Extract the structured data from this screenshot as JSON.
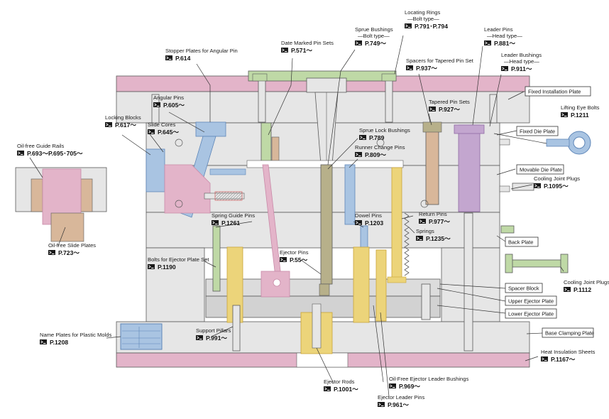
{
  "colors": {
    "plate_fill": "#e6e6e6",
    "plate_stroke": "#5a5a5a",
    "pink": "#e3b4c9",
    "pink_dark": "#c98aa8",
    "yellow": "#ecd47a",
    "yellow_dark": "#c9a43a",
    "purple": "#c3a6cf",
    "purple_dark": "#8f6aa3",
    "green": "#bfd9a6",
    "blue": "#a9c4e2",
    "blue_dark": "#5e86b8",
    "tan": "#d8b79a",
    "olive": "#b7b08a",
    "leader": "#333333"
  },
  "icon": "catalog-page-icon",
  "labels": [
    {
      "id": "locating-rings",
      "name": "Locating Rings",
      "sub": "—Bolt type—",
      "page": "P.791･P.794"
    },
    {
      "id": "sprue-bushings",
      "name": "Sprue Bushings",
      "sub": "—Bolt type—",
      "page": "P.749～"
    },
    {
      "id": "date-marked-pin-sets",
      "name": "Date Marked Pin Sets",
      "sub": "",
      "page": "P.571～"
    },
    {
      "id": "stopper-plates",
      "name": "Stopper Plates for Angular Pin",
      "sub": "",
      "page": "P.614"
    },
    {
      "id": "leader-pins",
      "name": "Leader Pins",
      "sub": "—Head type—",
      "page": "P.881～"
    },
    {
      "id": "leader-bushings",
      "name": "Leader Bushings",
      "sub": "—Head type—",
      "page": "P.911～"
    },
    {
      "id": "spacers-tapered",
      "name": "Spacers for Tapered Pin Set",
      "sub": "",
      "page": "P.937～"
    },
    {
      "id": "tapered-pin-sets",
      "name": "Tapered Pin Sets",
      "sub": "",
      "page": "P.927～"
    },
    {
      "id": "angular-pins",
      "name": "Angular Pins",
      "sub": "",
      "page": "P.605～"
    },
    {
      "id": "slide-cores",
      "name": "Slide Cores",
      "sub": "",
      "page": "P.645～"
    },
    {
      "id": "locking-blocks",
      "name": "Locking Blocks",
      "sub": "",
      "page": "P.617～"
    },
    {
      "id": "oil-free-guide-rails",
      "name": "Oil-free Guide Rails",
      "sub": "",
      "page": "P.693～P.695･705～"
    },
    {
      "id": "sprue-lock-bushings",
      "name": "Sprue Lock Bushings",
      "sub": "",
      "page": "P.789"
    },
    {
      "id": "runner-change-pins",
      "name": "Runner Change Pins",
      "sub": "",
      "page": "P.809～"
    },
    {
      "id": "lifting-eye-bolts",
      "name": "Lifting Eye Bolts",
      "sub": "",
      "page": "P.1211"
    },
    {
      "id": "cooling-joint-plugs-1",
      "name": "Cooling Joint Plugs",
      "sub": "",
      "page": "P.1095～"
    },
    {
      "id": "spring-guide-pins",
      "name": "Spring Guide Pins",
      "sub": "",
      "page": "P.1261"
    },
    {
      "id": "dowel-pins",
      "name": "Dowel Pins",
      "sub": "",
      "page": "P.1203"
    },
    {
      "id": "return-pins",
      "name": "Return Pins",
      "sub": "",
      "page": "P.977～"
    },
    {
      "id": "springs",
      "name": "Springs",
      "sub": "",
      "page": "P.1235～"
    },
    {
      "id": "oil-free-slide-plates",
      "name": "Oil-free Slide Plates",
      "sub": "",
      "page": "P.723～"
    },
    {
      "id": "bolts-ejector-plate-set",
      "name": "Bolts for Ejector Plate Set",
      "sub": "",
      "page": "P.1190"
    },
    {
      "id": "ejector-pins",
      "name": "Ejector Pins",
      "sub": "",
      "page": "P.55～"
    },
    {
      "id": "cooling-joint-plugs-2",
      "name": "Cooling Joint Plugs",
      "sub": "",
      "page": "P.1112"
    },
    {
      "id": "name-plates",
      "name": "Name Plates for Plastic Molds",
      "sub": "",
      "page": "P.1208"
    },
    {
      "id": "support-pillars",
      "name": "Support Pillars",
      "sub": "",
      "page": "P.991～"
    },
    {
      "id": "heat-insulation-sheets",
      "name": "Heat Insulation Sheets",
      "sub": "",
      "page": "P.1167～"
    },
    {
      "id": "oil-free-ejector-leader-bushings",
      "name": "Oil-Free Ejector Leader Bushings",
      "sub": "",
      "page": "P.969～"
    },
    {
      "id": "ejector-rods",
      "name": "Ejector Rods",
      "sub": "",
      "page": "P.1001～"
    },
    {
      "id": "ejector-leader-pins",
      "name": "Ejector Leader Pins",
      "sub": "",
      "page": "P.961～"
    }
  ],
  "plate_boxes": [
    {
      "id": "fixed-installation-plate",
      "text": "Fixed Installation Plate"
    },
    {
      "id": "fixed-die-plate",
      "text": "Fixed Die Plate"
    },
    {
      "id": "movable-die-plate",
      "text": "Movable Die Plate"
    },
    {
      "id": "back-plate",
      "text": "Back Plate"
    },
    {
      "id": "spacer-block",
      "text": "Spacer Block"
    },
    {
      "id": "upper-ejector-plate",
      "text": "Upper Ejector Plate"
    },
    {
      "id": "lower-ejector-plate",
      "text": "Lower Ejector Plate"
    },
    {
      "id": "base-clamping-plate",
      "text": "Base Clamping Plate"
    }
  ]
}
